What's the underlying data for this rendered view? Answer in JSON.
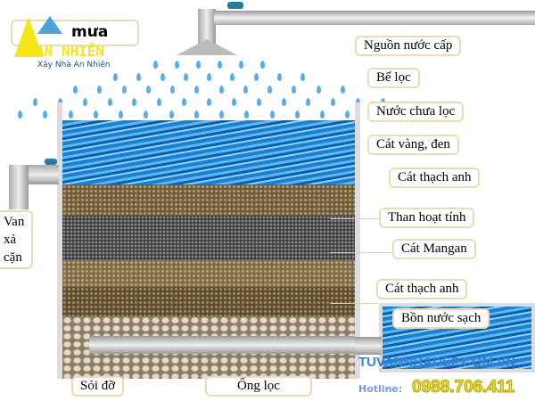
{
  "logo": {
    "text1": "mưa",
    "text2": "AN NHIÊN",
    "tagline": "Xây Nhà An Nhiên"
  },
  "labels": {
    "source": "Nguồn nước cấp",
    "tank": "Bể lọc",
    "raw_water": "Nước chưa lọc",
    "sand_yellow_black": "Cát vàng, đen",
    "quartz_sand_1": "Cát thạch anh",
    "activated_carbon": "Than hoạt tính",
    "manganese_sand": "Cát Mangan",
    "quartz_sand_2": "Cát thạch anh",
    "drain_valve": "Van\nxả\ncặn",
    "support_gravel": "Sỏi đỡ",
    "filter_pipe": "Ống lọc",
    "clean_tank": "Bồn nước sạch"
  },
  "watermark": {
    "site": "TUVANNHADEP.COM.VN",
    "hotline_label": "Hotline:",
    "hotline": "0988.706.411"
  },
  "colors": {
    "water": "#1d7fd0",
    "label_border": "#e9dcb4",
    "hotline": "#f5e61a",
    "watermark": "#3a7fd8"
  }
}
